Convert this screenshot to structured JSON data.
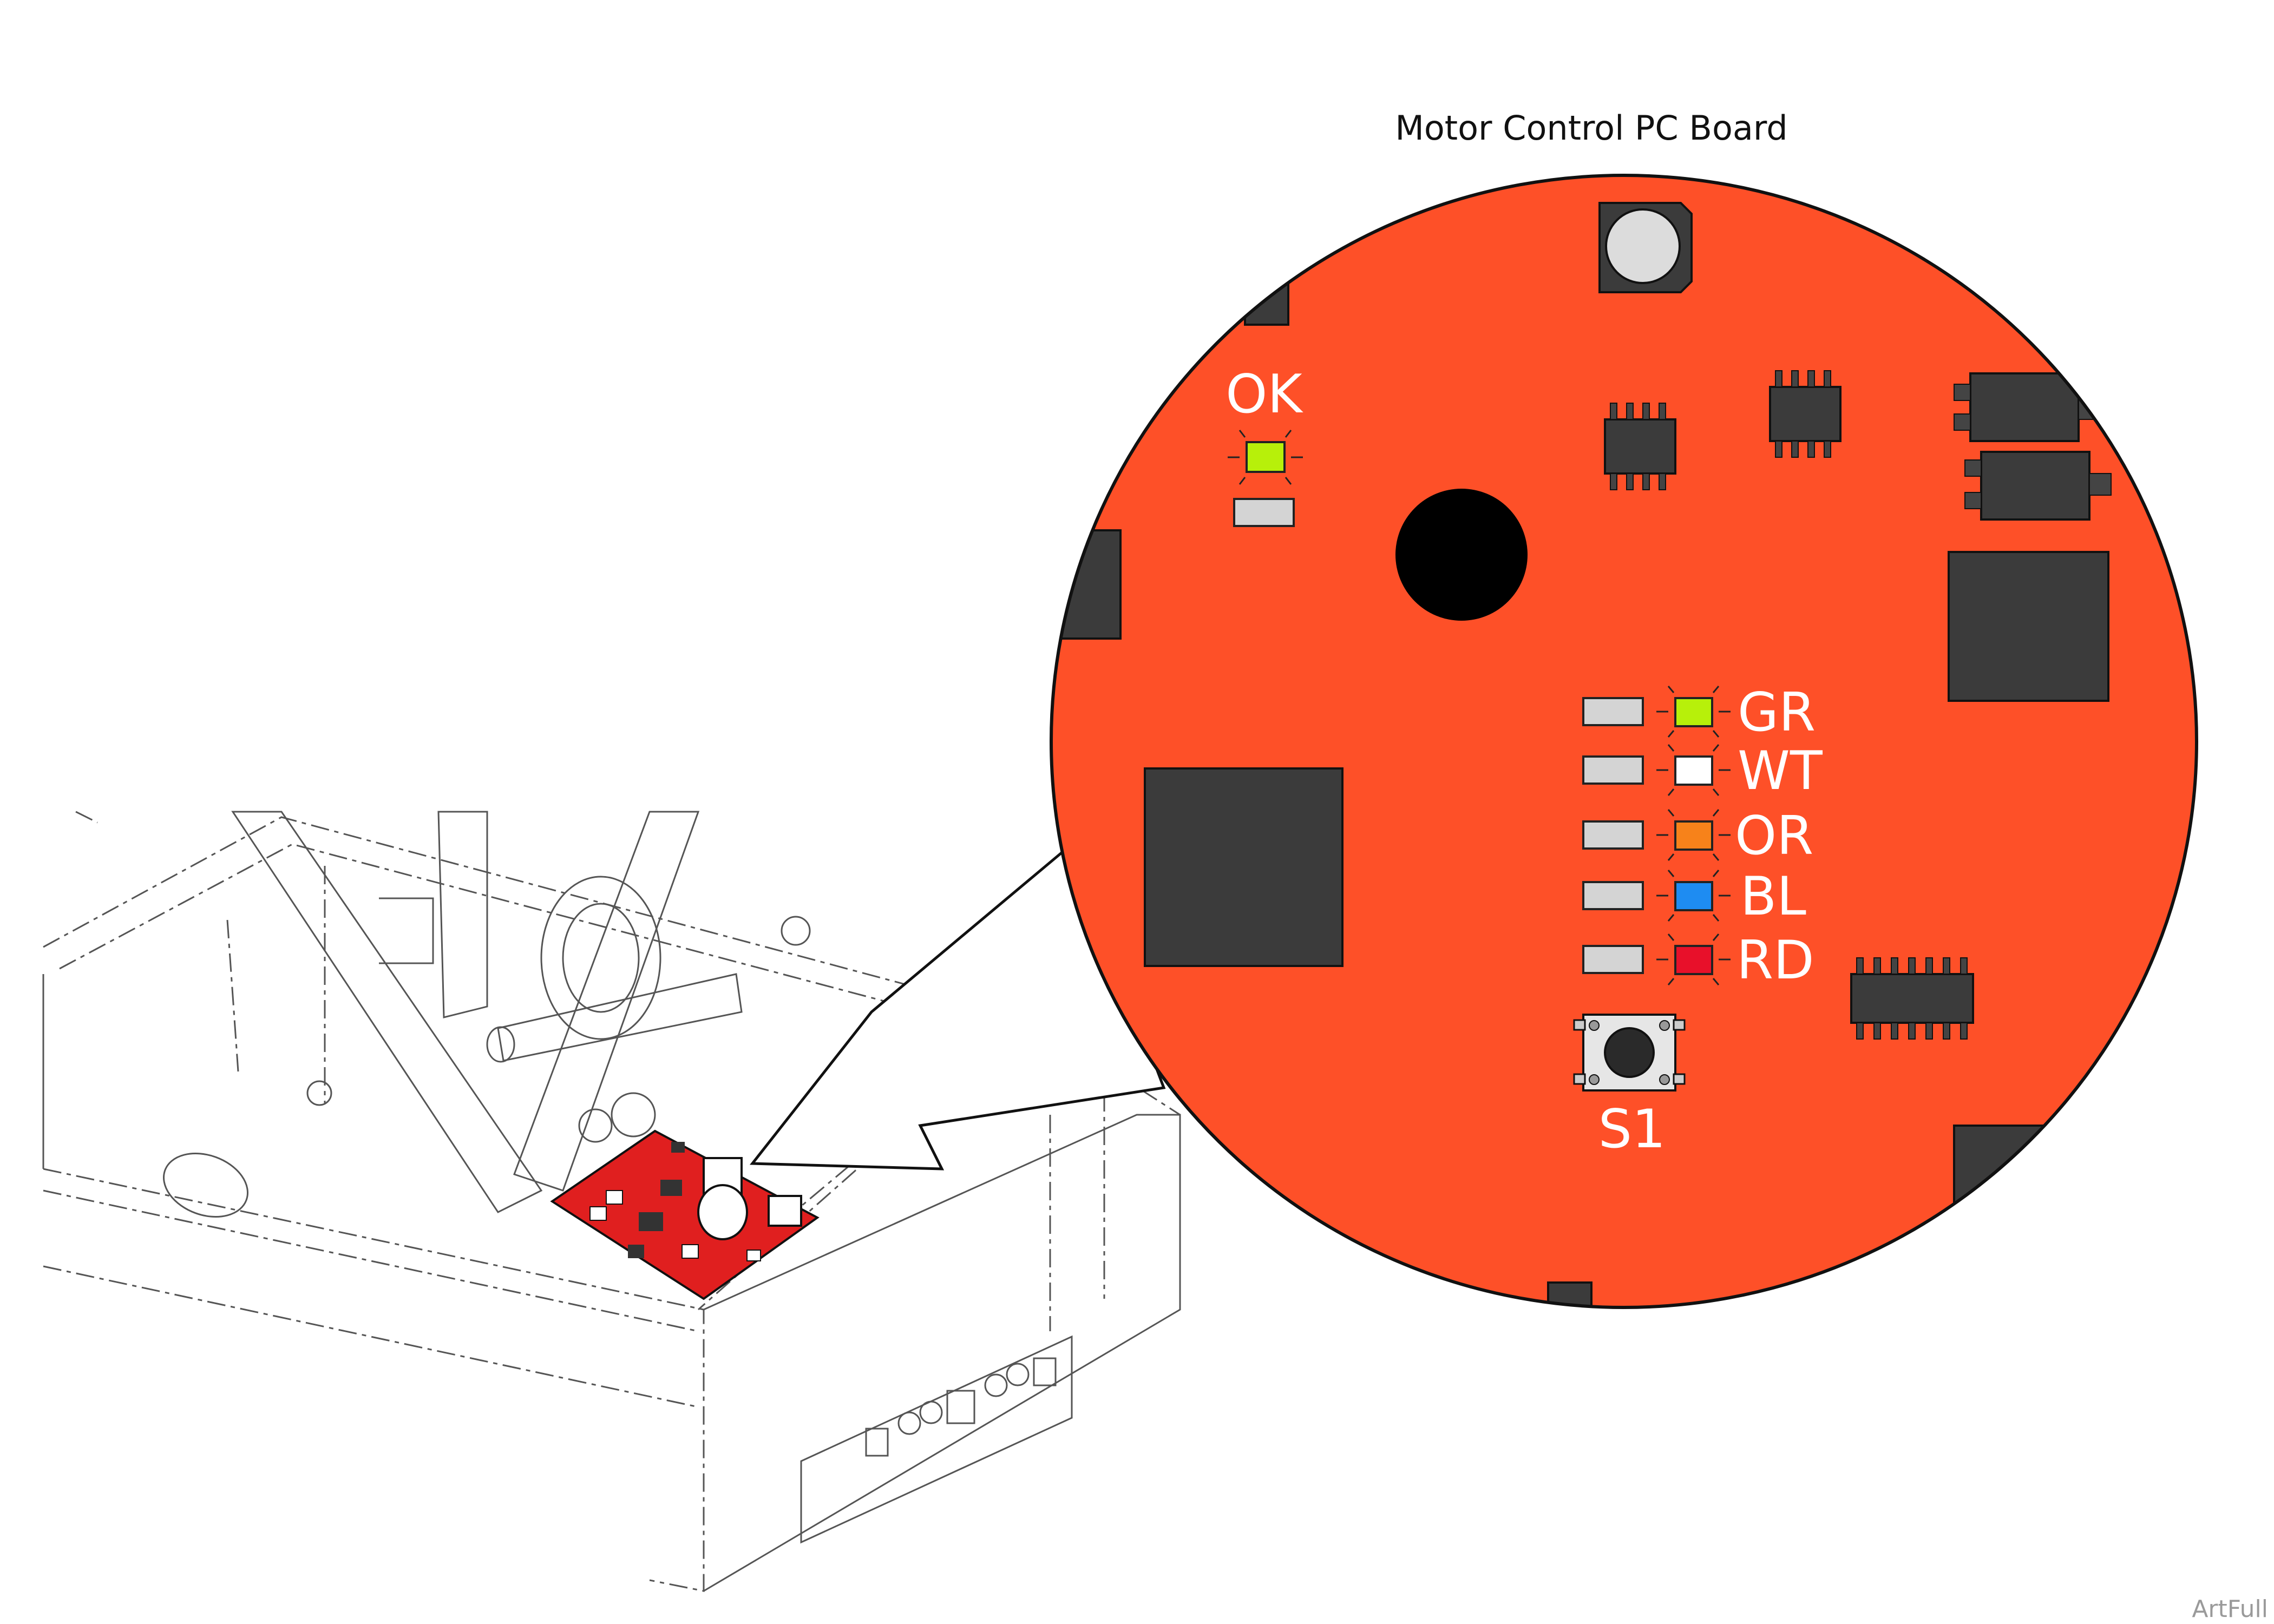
{
  "diagram": {
    "title": "Motor Control PC Board",
    "credit": "ArtFull",
    "board_color": "#fe5028",
    "leds": {
      "ok": {
        "label": "OK",
        "color": "#b7f00a"
      },
      "gr": {
        "label": "GR",
        "color": "#b7f00a"
      },
      "wt": {
        "label": "WT",
        "color": "#ffffff"
      },
      "or": {
        "label": "OR",
        "color": "#f7821a"
      },
      "bl": {
        "label": "BL",
        "color": "#1e8cf2"
      },
      "rd": {
        "label": "RD",
        "color": "#e8102a"
      }
    },
    "switch": {
      "label": "S1"
    }
  }
}
